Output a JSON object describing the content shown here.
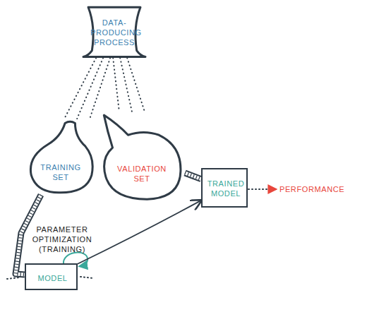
{
  "diagram": {
    "nodes": [
      {
        "text": [
          "DATA- PRODUCING PROCESS"
        ]
      },
      {
        "text": [
          "TRAINING SET"
        ]
      },
      {
        "text": [
          "VALIDATION SET"
        ]
      },
      {
        "text": [
          "TRAINED MODEL"
        ]
      },
      {
        "text": [
          "MODEL"
        ]
      }
    ],
    "edges": [
      {
        "from": 0,
        "to": 1,
        "arrow": "none"
      },
      {
        "from": 0,
        "to": 2,
        "arrow": "none"
      },
      {
        "from": 1,
        "to": 4,
        "label": "PARAMETER OPTIMIZATION (TRAINING)",
        "arrow": "none"
      },
      {
        "from": 2,
        "to": 3,
        "arrow": "none"
      },
      {
        "from": 4,
        "to": 3,
        "arrow": "to"
      }
    ],
    "labels": [
      "PERFORMANCE"
    ]
  }
}
